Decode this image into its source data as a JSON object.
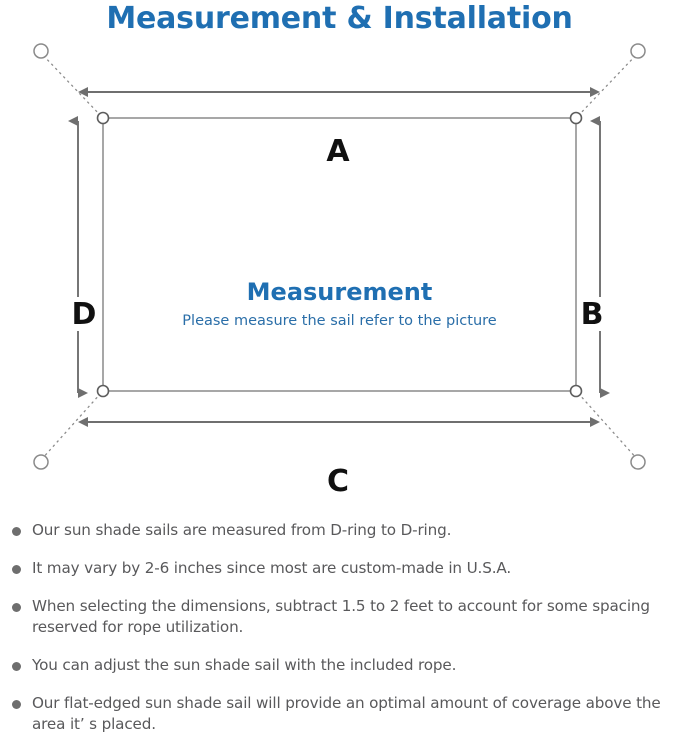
{
  "title": "Measurement & Installation",
  "diagram": {
    "center_title": "Measurement",
    "center_subtitle": "Please measure the sail refer to the picture",
    "dimension_labels": {
      "top": "A",
      "right": "B",
      "bottom": "C",
      "left": "D"
    },
    "colors": {
      "title_blue": "#1f6fb2",
      "center_title_blue": "#1f6fb2",
      "center_subtitle_blue": "#2a6ea8",
      "line_gray": "#7a7a7a",
      "sail_outline_gray": "#8a8a8a",
      "label_black": "#111111",
      "note_text_gray": "#59595b",
      "bullet_gray": "#6e6e6e"
    },
    "parts": {
      "sail": "shade-sail-rectangle",
      "corner_ring": "d-ring",
      "anchor": "anchor-point-circle",
      "rope": "dotted-rope-line",
      "dimension_arrow": "double-headed-arrow"
    }
  },
  "notes": [
    "Our sun shade sails are measured from D-ring to D-ring.",
    "It may vary by 2-6 inches since most are custom-made in U.S.A.",
    "When selecting the dimensions, subtract 1.5 to 2 feet to account for some spacing reserved for rope utilization.",
    "You can adjust the sun shade sail with the included rope.",
    "Our flat-edged sun shade sail will provide an optimal amount of coverage above the area it’  s placed."
  ]
}
